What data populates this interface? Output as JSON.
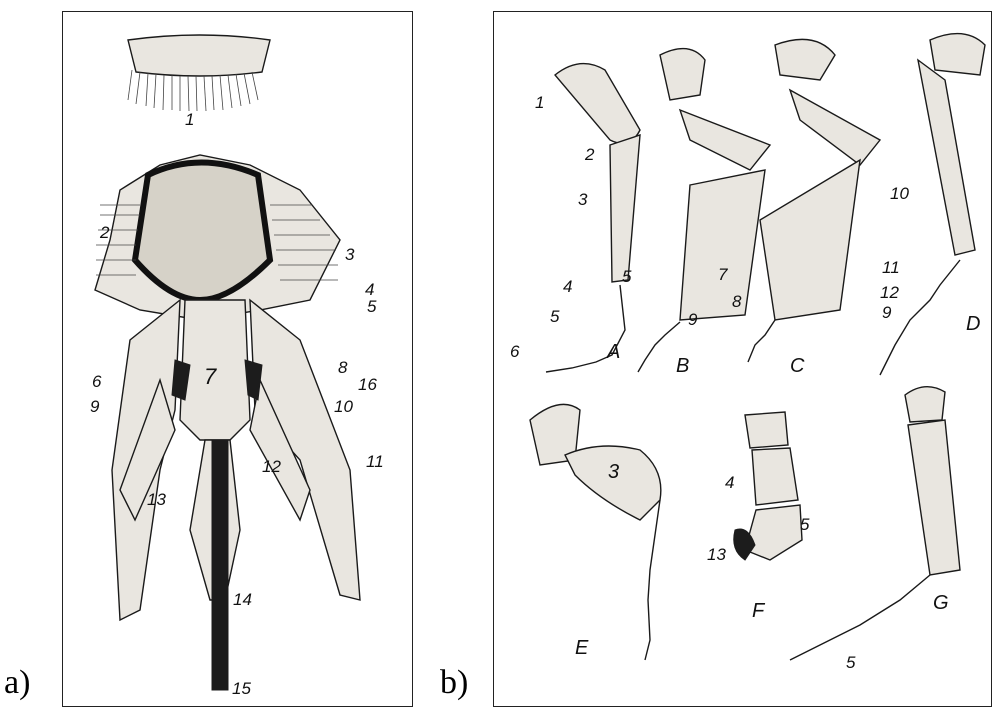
{
  "figure": {
    "panel_a": {
      "caption": "a)",
      "labels": [
        "1",
        "2",
        "3",
        "4",
        "5",
        "6",
        "7",
        "8",
        "16",
        "9",
        "10",
        "11",
        "12",
        "13",
        "14",
        "15"
      ]
    },
    "panel_b": {
      "caption": "b)",
      "numbers": [
        "1",
        "2",
        "3",
        "4",
        "5",
        "6",
        "5",
        "7",
        "8",
        "9",
        "10",
        "11",
        "12",
        "9",
        "3",
        "4",
        "5",
        "13",
        "5"
      ],
      "letters": [
        "A",
        "B",
        "C",
        "D",
        "E",
        "F",
        "G"
      ]
    }
  }
}
